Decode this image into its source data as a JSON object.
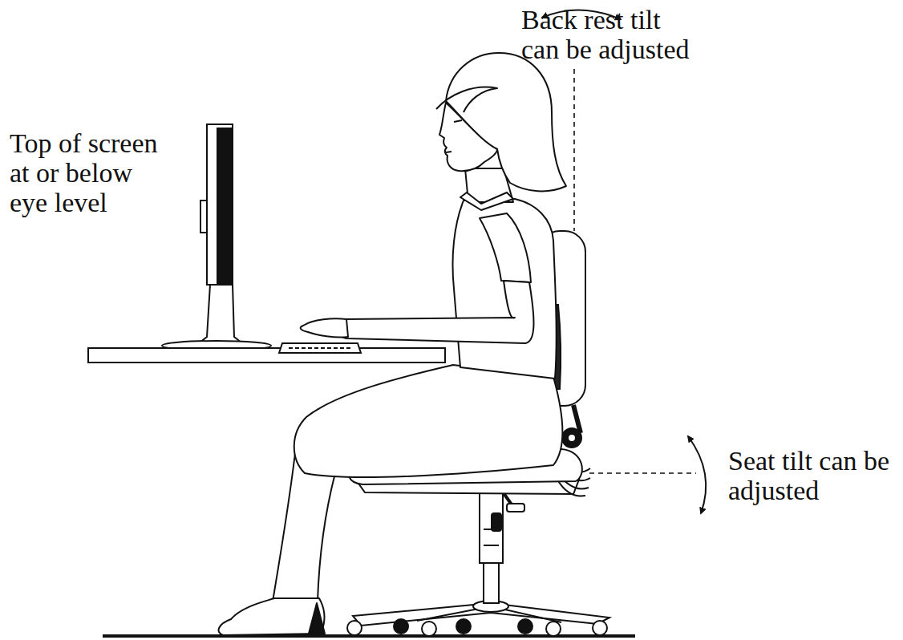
{
  "diagram": {
    "labels": [
      "Back rest tilt can be adjusted",
      "Top of screen at or below eye level",
      "Seat tilt can be adjusted"
    ]
  }
}
